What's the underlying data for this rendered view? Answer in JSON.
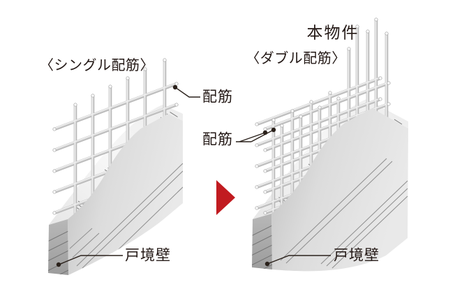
{
  "figure": {
    "left": {
      "heading": "〈シングル配筋〉",
      "callouts": {
        "rebar": "配筋",
        "wall": "戸境壁"
      }
    },
    "right": {
      "title": "本物件",
      "heading": "〈ダブル配筋〉",
      "callouts": {
        "rebar": "配筋",
        "wall": "戸境壁"
      }
    },
    "arrow": {
      "color": "#c11b20",
      "direction": "right"
    },
    "palette": {
      "text": "#231815",
      "concrete_face": "#d9d9d9",
      "concrete_cut": "#f3f3f3",
      "concrete_end": "#a9a9a9",
      "rebar": "#c4c4c4"
    }
  }
}
